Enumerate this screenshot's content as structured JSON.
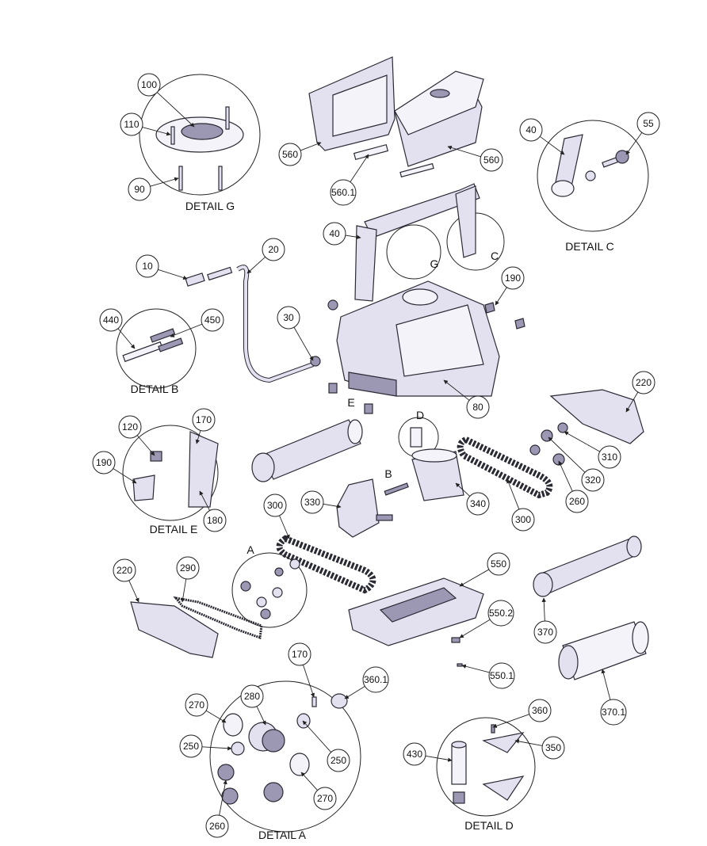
{
  "callouts": [
    "100",
    "110",
    "90",
    "560",
    "560",
    "560.1",
    "40",
    "55",
    "40",
    "10",
    "20",
    "440",
    "450",
    "30",
    "190",
    "80",
    "220",
    "120",
    "170",
    "190",
    "180",
    "310",
    "320",
    "260",
    "300",
    "340",
    "330",
    "300",
    "550",
    "220",
    "290",
    "550.2",
    "370",
    "550.1",
    "370.1",
    "170",
    "360.1",
    "270",
    "280",
    "250",
    "250",
    "270",
    "260",
    "360",
    "350",
    "430"
  ],
  "detail_labels": {
    "g": "DETAIL G",
    "c": "DETAIL C",
    "b": "DETAIL B",
    "e": "DETAIL E",
    "a": "DETAIL A",
    "d": "DETAIL D"
  },
  "letters": {
    "g": "G",
    "c": "C",
    "e": "E",
    "d": "D",
    "b": "B",
    "a": "A"
  },
  "colors": {
    "part": "#e3e1ef",
    "line": "#2a2a35"
  }
}
